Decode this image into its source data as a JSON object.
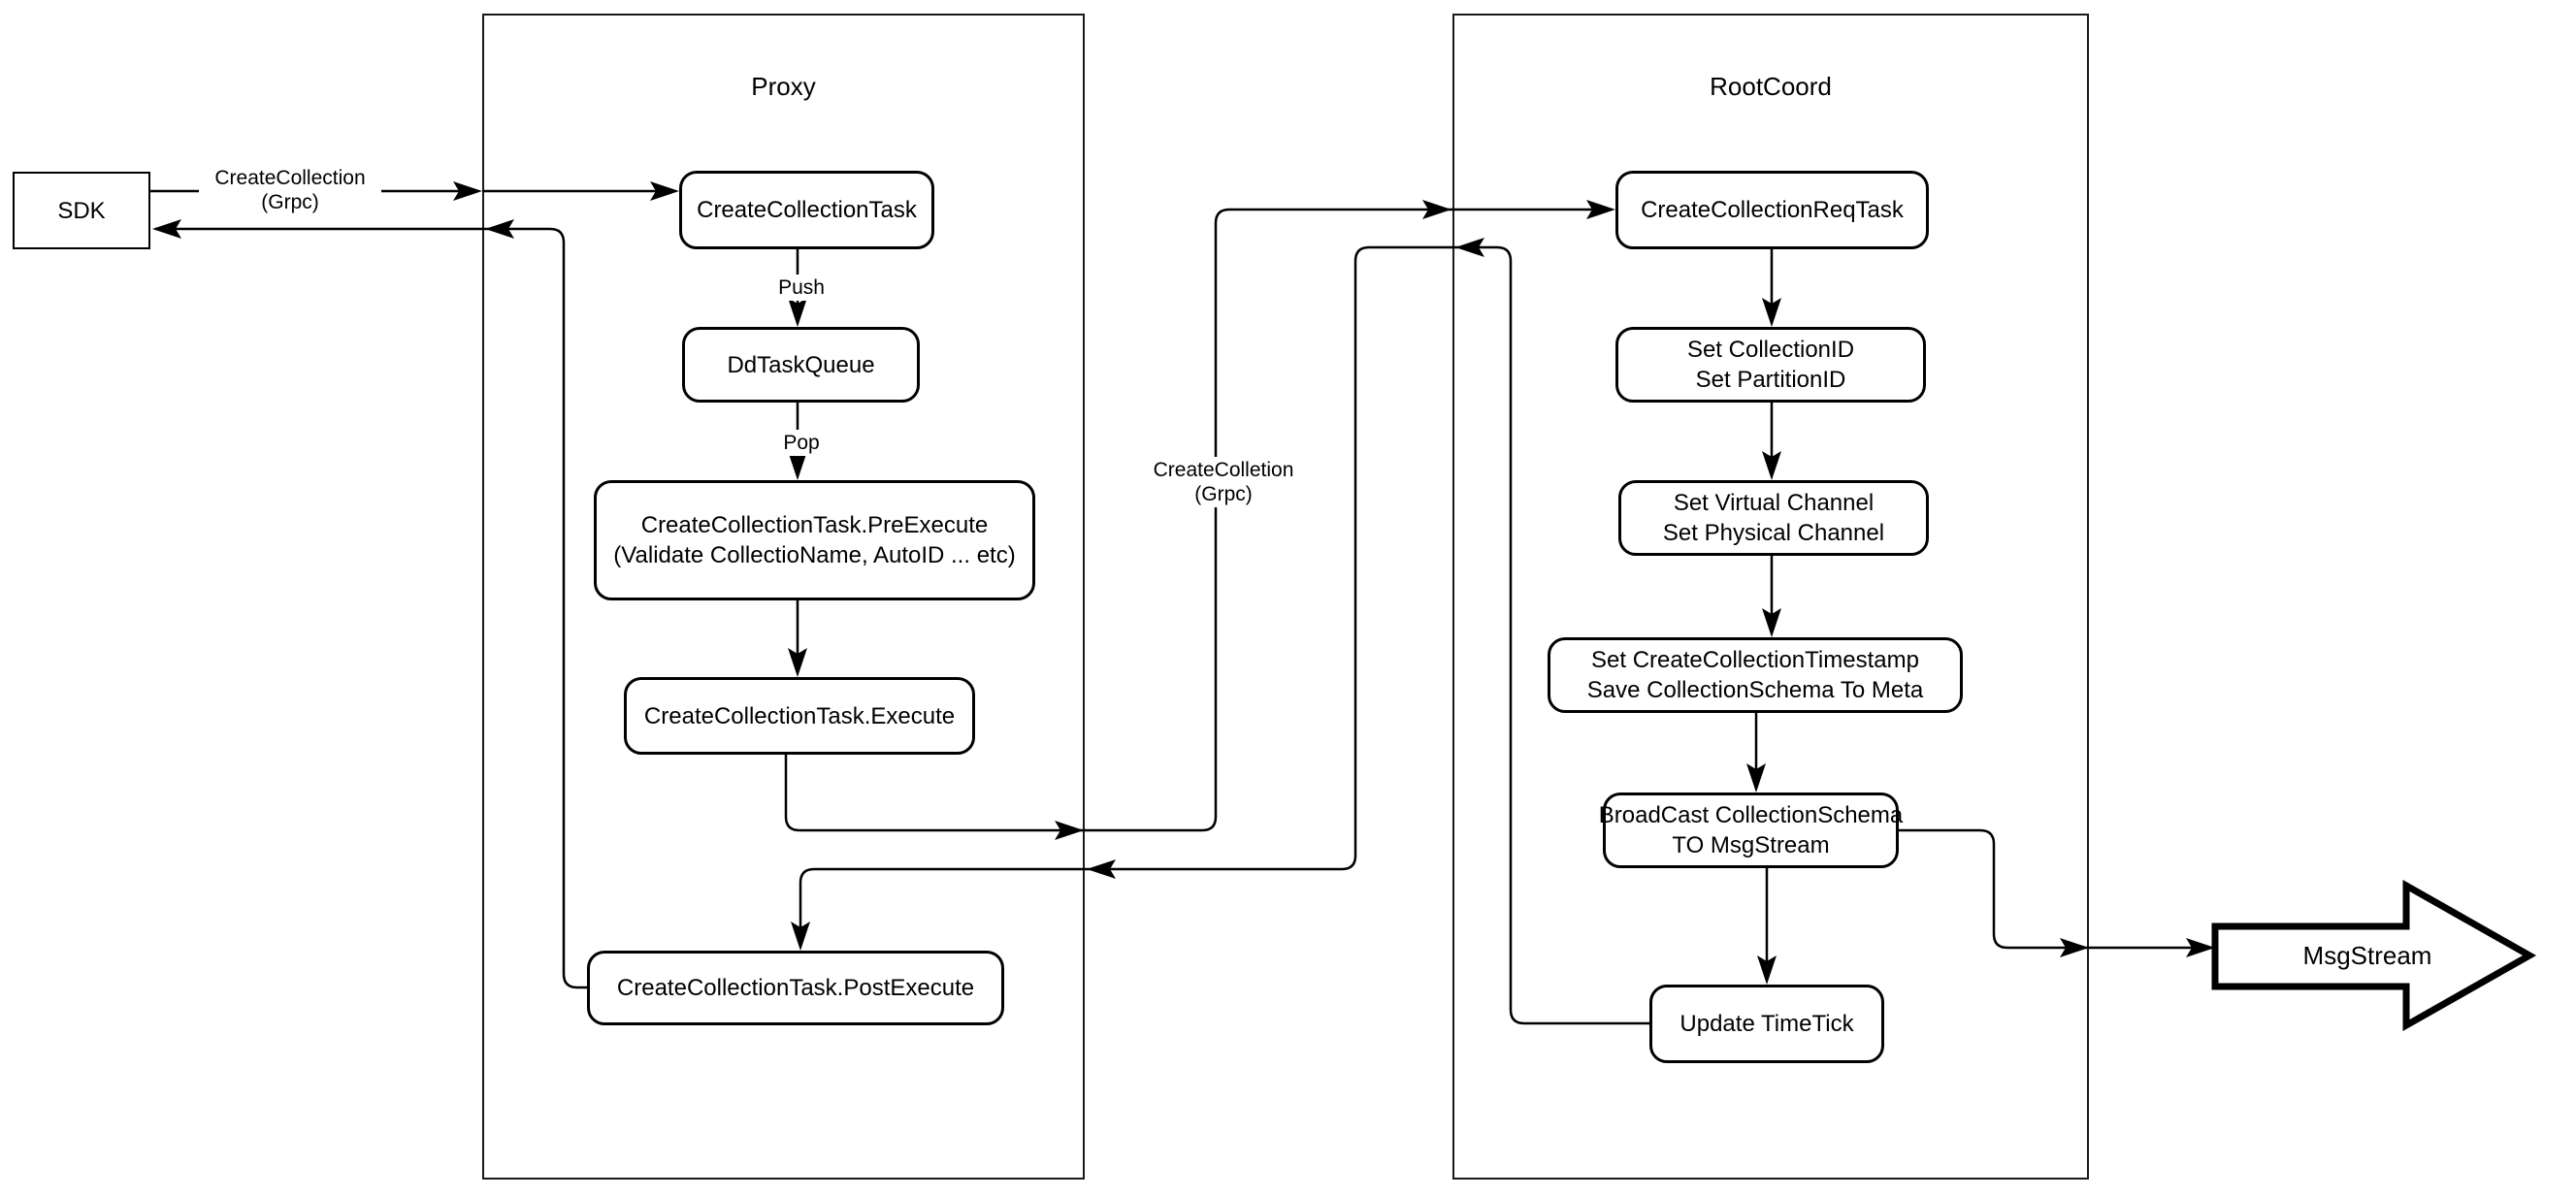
{
  "diagram": {
    "colors": {
      "stroke": "#000000",
      "background": "#ffffff"
    },
    "sdk": {
      "label": "SDK"
    },
    "proxy": {
      "title": "Proxy",
      "nodes": {
        "create_collection_task": {
          "label": "CreateCollectionTask"
        },
        "dd_task_queue": {
          "label": "DdTaskQueue"
        },
        "pre_execute": {
          "line1": "CreateCollectionTask.PreExecute",
          "line2": "(Validate CollectioName, AutoID ... etc)"
        },
        "execute": {
          "label": "CreateCollectionTask.Execute"
        },
        "post_execute": {
          "label": "CreateCollectionTask.PostExecute"
        }
      }
    },
    "root_coord": {
      "title": "RootCoord",
      "nodes": {
        "create_collection_req_task": {
          "label": "CreateCollectionReqTask"
        },
        "set_ids": {
          "line1": "Set CollectionID",
          "line2": "Set PartitionID"
        },
        "set_channels": {
          "line1": "Set Virtual Channel",
          "line2": "Set Physical Channel"
        },
        "set_timestamp": {
          "line1": "Set CreateCollectionTimestamp",
          "line2": "Save CollectionSchema To Meta"
        },
        "broadcast": {
          "line1": "BroadCast CollectionSchema",
          "line2": "TO MsgStream"
        },
        "update_timetick": {
          "label": "Update TimeTick"
        }
      }
    },
    "msg_stream": {
      "label": "MsgStream"
    },
    "edge_labels": {
      "sdk_to_proxy": {
        "line1": "CreateCollection",
        "line2": "(Grpc)"
      },
      "push": "Push",
      "pop": "Pop",
      "proxy_to_rootcoord": {
        "line1": "CreateColletion",
        "line2": "(Grpc)"
      }
    }
  }
}
